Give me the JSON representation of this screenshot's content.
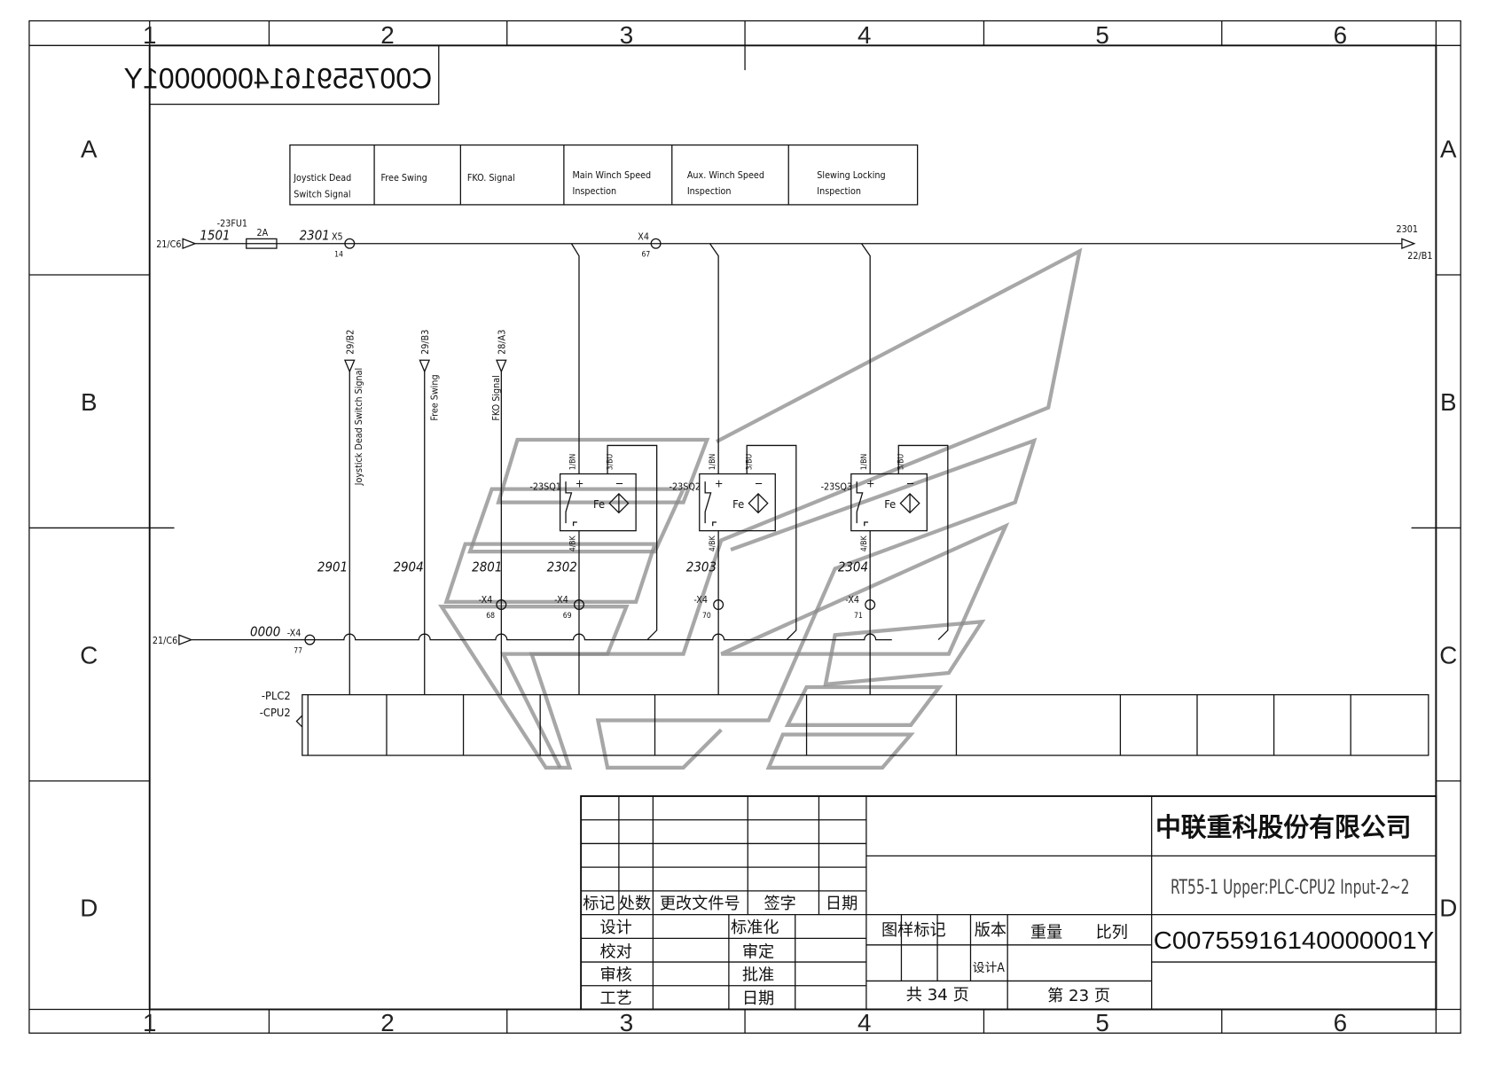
{
  "frame": {
    "zone_numbers": [
      "1",
      "2",
      "3",
      "4",
      "5",
      "6"
    ],
    "zone_letters": [
      "A",
      "B",
      "C",
      "D"
    ],
    "mirrored_code": "C00755916140000001Y"
  },
  "signal_table": [
    {
      "line1": "Joystick Dead",
      "line2": "Switch Signal"
    },
    {
      "line1": "Free Swing",
      "line2": ""
    },
    {
      "line1": "FKO. Signal",
      "line2": ""
    },
    {
      "line1": "Main Winch Speed",
      "line2": "Inspection"
    },
    {
      "line1": "Aux. Winch Speed",
      "line2": "Inspection"
    },
    {
      "line1": "Slewing Locking",
      "line2": "Inspection"
    }
  ],
  "circuit": {
    "top_in_ref": "21/C6",
    "wire_1501": "1501",
    "fuse_id": "-23FU1",
    "fuse_rating": "2A",
    "wire_2301": "2301",
    "x5": "X5",
    "x5_pin": "14",
    "x4_top": "X4",
    "x4_top_pin": "67",
    "top_out_wire": "2301",
    "top_out_ref": "22/B1",
    "bottom_in_ref": "21/C6",
    "wire_0000": "0000",
    "x4_bottom": "-X4",
    "x4_bottom_pin": "77",
    "signals": [
      {
        "ref": "29/B2",
        "label": "Joystick Dead Switch Signal",
        "wire": "2901"
      },
      {
        "ref": "29/B3",
        "label": "Free Swing",
        "wire": "2904"
      },
      {
        "ref": "28/A3",
        "label": "FKO Signal",
        "wire": "2801",
        "terminal": "-X4",
        "pin": "68"
      }
    ],
    "sensors": [
      {
        "id": "-23SQ1",
        "wire": "2302",
        "terminal": "-X4",
        "pin": "69",
        "pin1": "1/BN",
        "pin3": "3/BU",
        "pin4": "4/BK",
        "fe": "Fe"
      },
      {
        "id": "-23SQ2",
        "wire": "2303",
        "terminal": "-X4",
        "pin": "70",
        "pin1": "1/BN",
        "pin3": "3/BU",
        "pin4": "4/BK",
        "fe": "Fe"
      },
      {
        "id": "-23SQ3",
        "wire": "2304",
        "terminal": "-X4",
        "pin": "71",
        "pin1": "1/BN",
        "pin3": "3/BU",
        "pin4": "4/BK",
        "fe": "Fe"
      }
    ],
    "plc_line1": "-PLC2",
    "plc_line2": "-CPU2"
  },
  "title_block": {
    "company": "中联重科股份有限公司",
    "drawing_title": "RT55-1 Upper:PLC-CPU2 Input-2~2",
    "drawing_code": "C00755916140000001Y",
    "rev_headers": [
      "标记",
      "处数",
      "更改文件号",
      "签字",
      "日期"
    ],
    "sign_left": [
      "设计",
      "校对",
      "审核",
      "工艺"
    ],
    "sign_right": [
      "标准化",
      "审定",
      "批准",
      "日期"
    ],
    "meta_headers": [
      "图样标记",
      "版本",
      "重量",
      "比列"
    ],
    "version": "设计A",
    "total_pages": "共 34 页",
    "page": "第 23 页"
  }
}
